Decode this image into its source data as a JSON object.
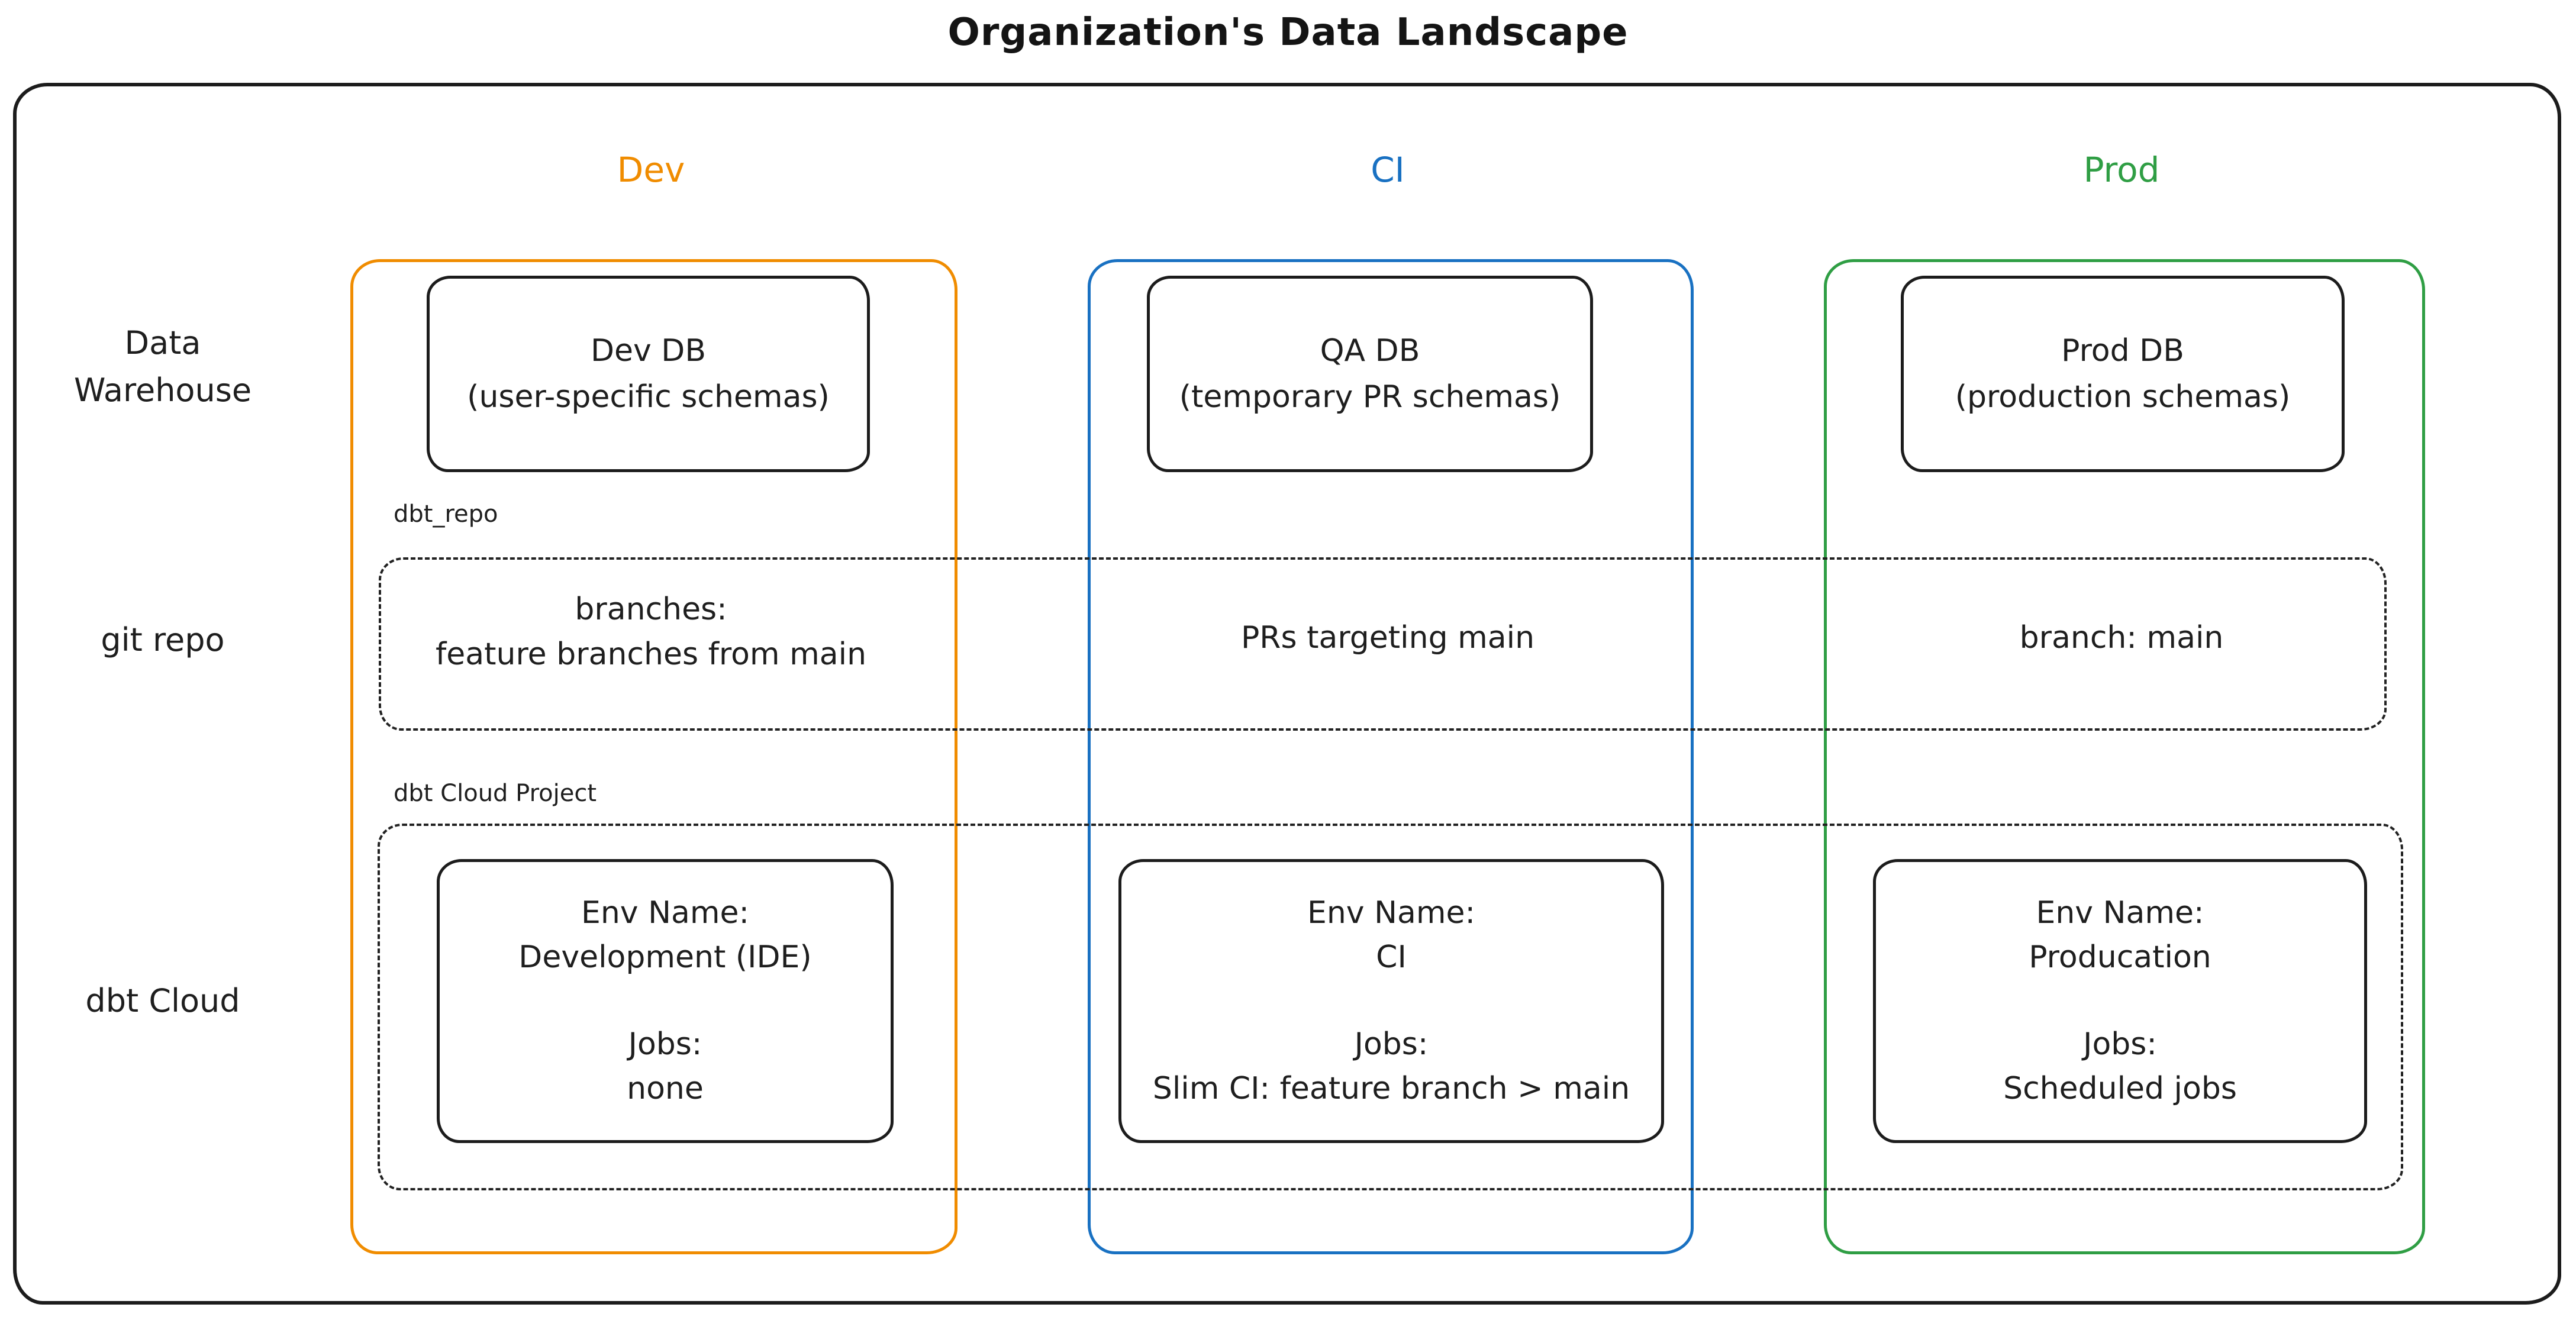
{
  "title": "Organization's Data Landscape",
  "colors": {
    "dev_accent": "#f08c00",
    "ci_accent": "#1971c2",
    "prod_accent": "#2f9e44",
    "ink": "#1e1e1e"
  },
  "columns": [
    {
      "header": "Dev"
    },
    {
      "header": "CI"
    },
    {
      "header": "Prod"
    }
  ],
  "row_labels": {
    "warehouse_line1": "Data",
    "warehouse_line2": "Warehouse",
    "git": "git repo",
    "cloud": "dbt Cloud"
  },
  "warehouse_boxes": [
    {
      "name": "Dev DB",
      "detail": "(user-specific schemas)"
    },
    {
      "name": "QA DB",
      "detail": "(temporary PR schemas)"
    },
    {
      "name": "Prod DB",
      "detail": "(production schemas)"
    }
  ],
  "git_band": {
    "label": "dbt_repo",
    "cells": [
      {
        "line1": "branches:",
        "line2": "feature branches from main"
      },
      {
        "line1": "PRs targeting main"
      },
      {
        "line1": "branch: main"
      }
    ]
  },
  "cloud_band": {
    "label": "dbt Cloud Project",
    "envs": [
      {
        "env_label": "Env Name:",
        "env_name": "Development (IDE)",
        "jobs_label": "Jobs:",
        "jobs_value": "none"
      },
      {
        "env_label": "Env Name:",
        "env_name": "CI",
        "jobs_label": "Jobs:",
        "jobs_value": "Slim CI: feature branch > main"
      },
      {
        "env_label": "Env Name:",
        "env_name": "Producation",
        "jobs_label": "Jobs:",
        "jobs_value": "Scheduled jobs"
      }
    ]
  }
}
